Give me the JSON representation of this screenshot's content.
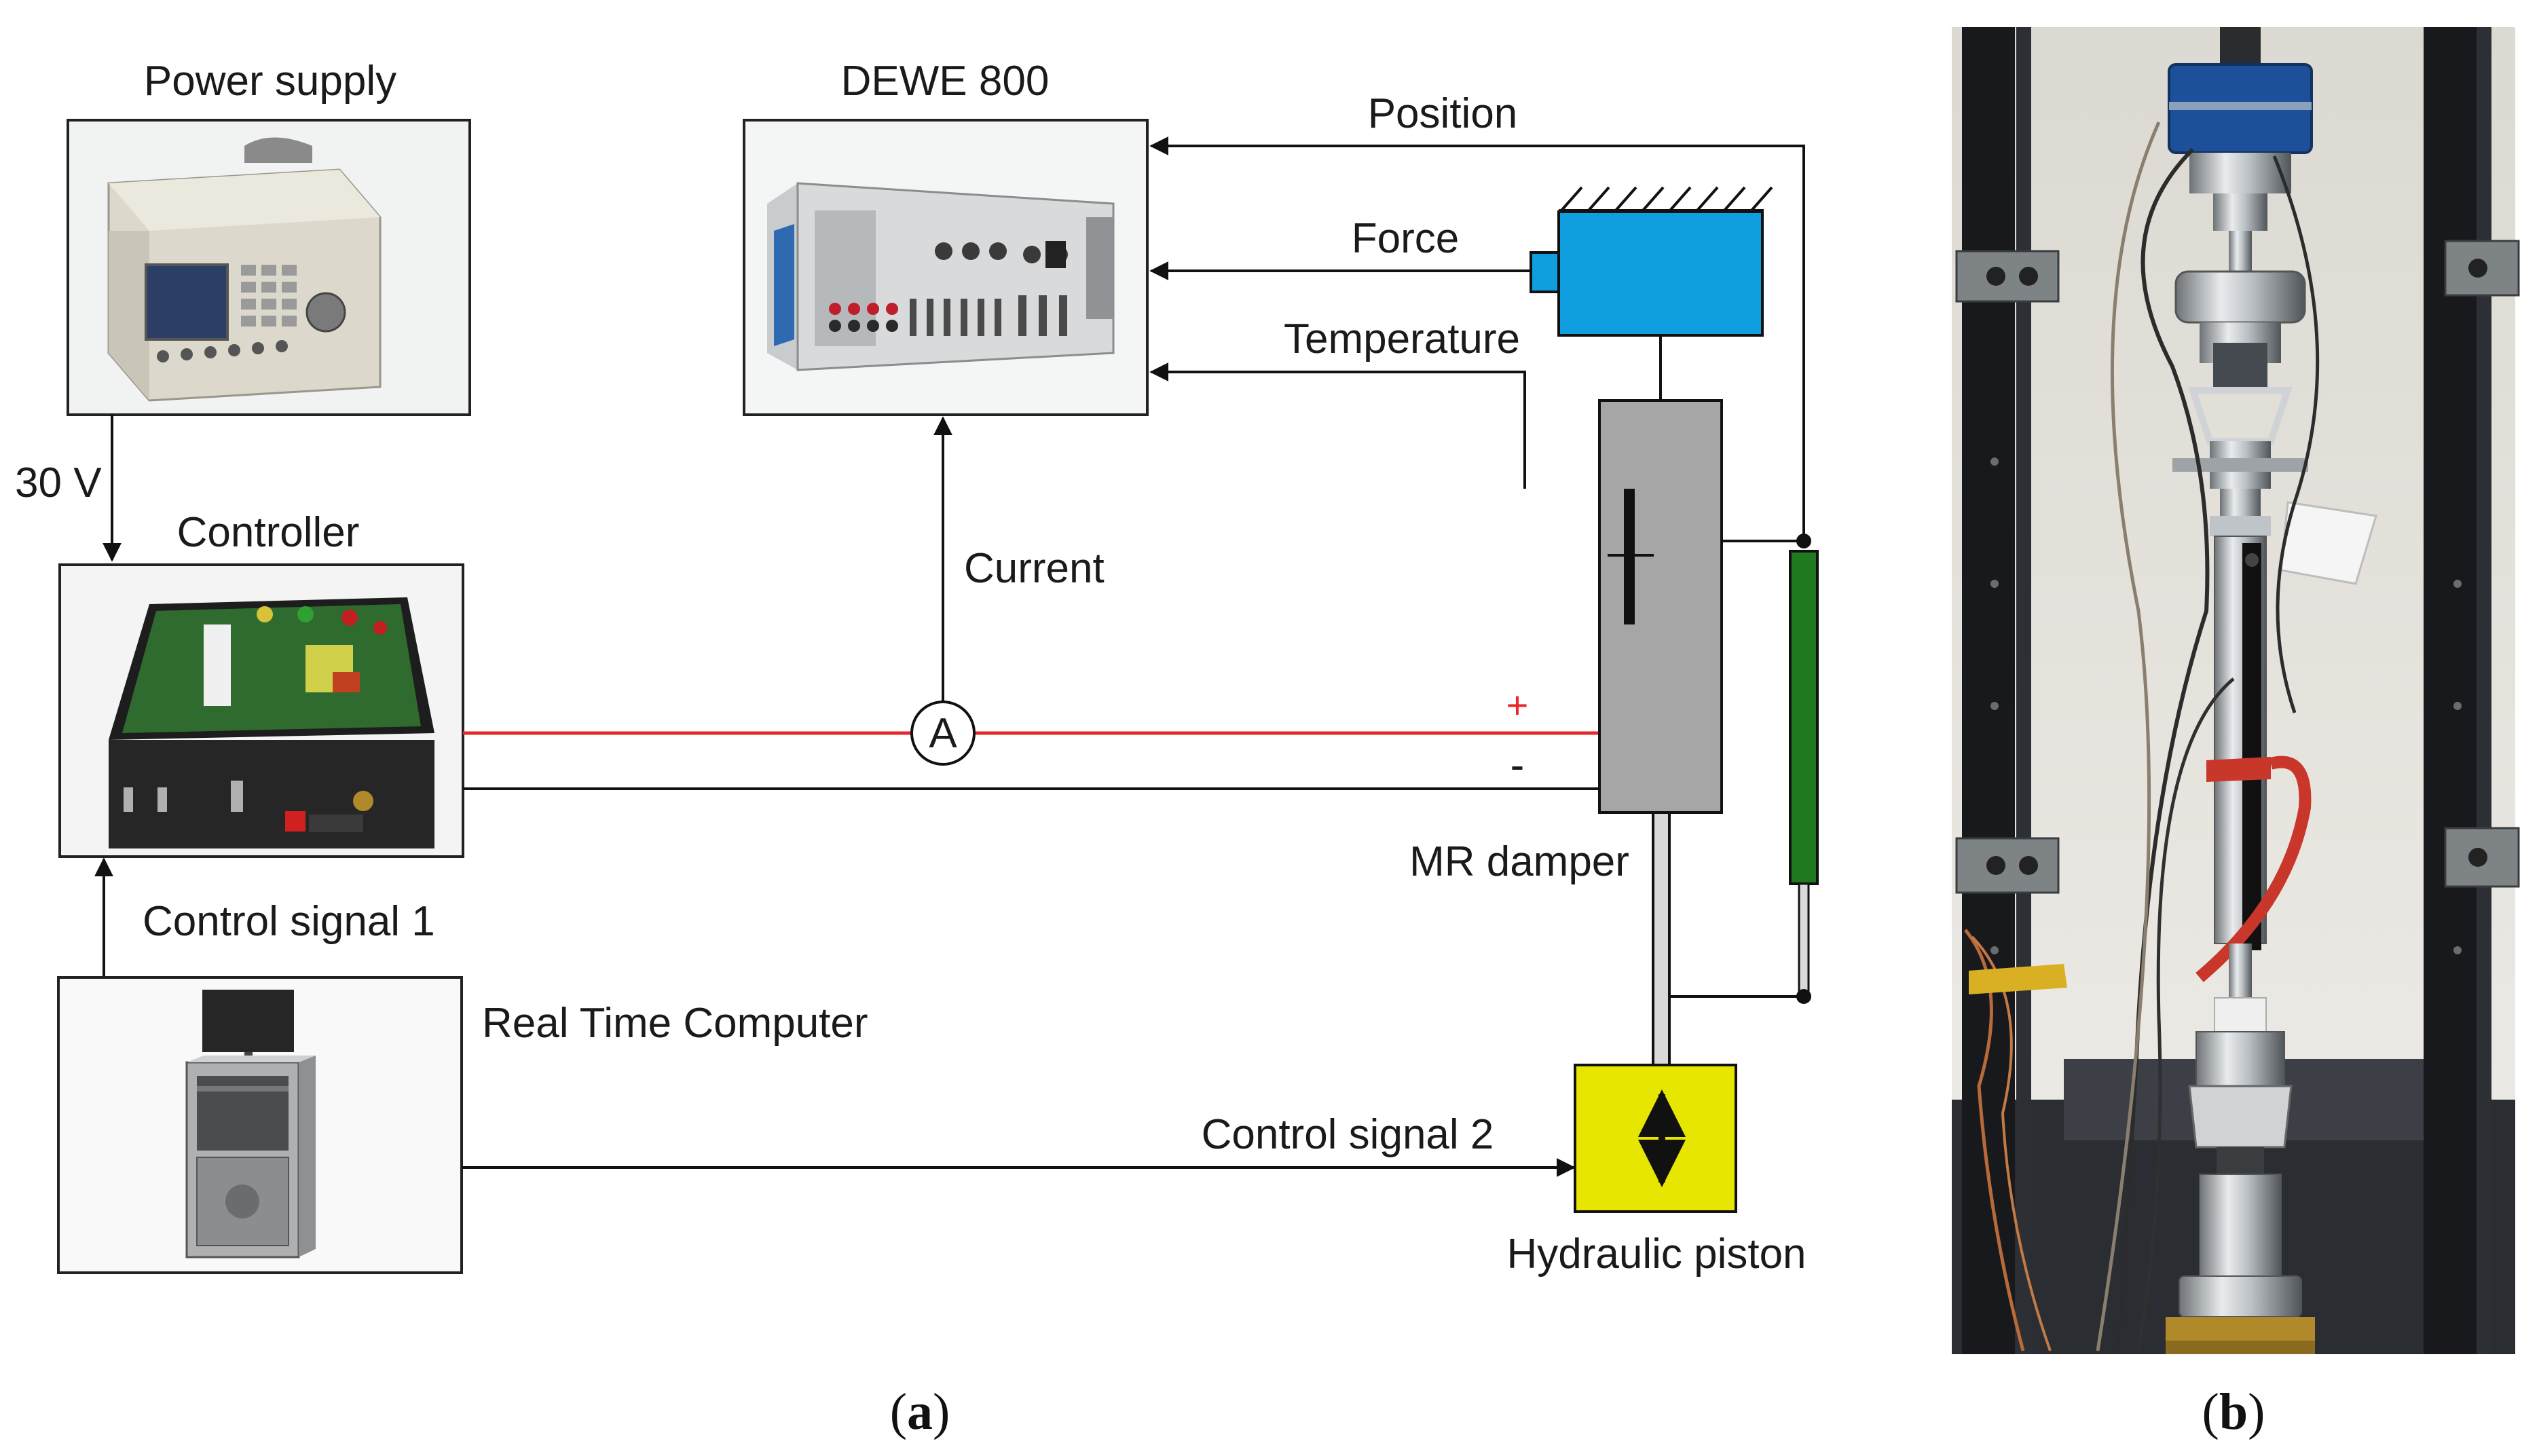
{
  "diagram": {
    "labels": {
      "power_supply": "Power supply",
      "dewe": "DEWE 800",
      "position": "Position",
      "force": "Force",
      "temperature": "Temperature",
      "voltage": "30 V",
      "controller": "Controller",
      "current": "Current",
      "ammeter": "A",
      "plus": "+",
      "minus": "-",
      "mr_damper": "MR damper",
      "control_signal_1": "Control signal 1",
      "real_time_computer": "Real Time Computer",
      "control_signal_2": "Control signal 2",
      "hydraulic_piston": "Hydraulic piston"
    },
    "colors": {
      "positive_wire": "#e8262b",
      "force_sensor": "#0f9ee0",
      "position_sensor": "#1f7a1f",
      "hydraulic_piston": "#e6e600",
      "damper_body": "#a6a6a6"
    }
  },
  "captions": {
    "a_open": "(",
    "a_letter": "a",
    "a_close": ")",
    "b_open": "(",
    "b_letter": "b",
    "b_close": ")"
  }
}
